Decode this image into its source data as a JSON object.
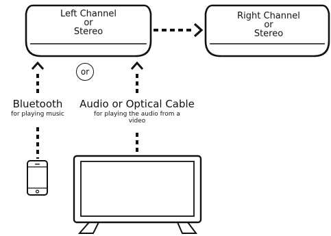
{
  "left_speaker": {
    "line1": "Left Channel",
    "line2": "or",
    "line3": "Stereo"
  },
  "right_speaker": {
    "line1": "Right Channel",
    "line2": "or",
    "line3": "Stereo"
  },
  "or_text": "or",
  "bluetooth": {
    "title": "Bluetooth",
    "subtitle": "for playing music"
  },
  "cable": {
    "title": "Audio or Optical Cable",
    "subtitle_line1": "for playing the audio from a",
    "subtitle_line2": "video"
  },
  "icons": {
    "left_speaker": "speaker-icon",
    "right_speaker": "speaker-icon",
    "phone": "smartphone-icon",
    "tv": "tv-icon"
  },
  "colors": {
    "stroke": "#111111",
    "background": "#ffffff"
  }
}
